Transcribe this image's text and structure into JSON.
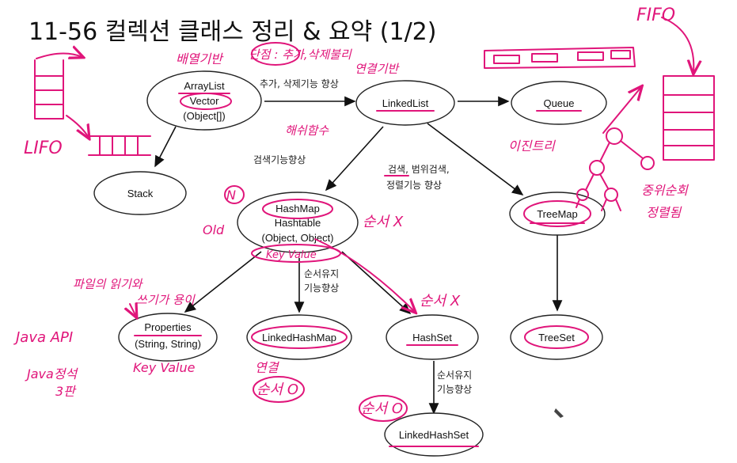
{
  "title": "11-56 컬렉션 클래스 정리 & 요약 (1/2)",
  "nodes": {
    "arraylist": [
      "ArrayList",
      "Vector",
      "(Object[])"
    ],
    "stack": "Stack",
    "linkedlist": "LinkedList",
    "queue": "Queue",
    "hashmap": [
      "HashMap",
      "Hashtable",
      "(Object, Object)"
    ],
    "treemap": "TreeMap",
    "properties": [
      "Properties",
      "(String, String)"
    ],
    "linkedhashmap": "LinkedHashMap",
    "hashset": "HashSet",
    "treeset": "TreeSet",
    "linkedhashset": "LinkedHashSet"
  },
  "edge_labels": {
    "arraylist_to_linkedlist": "추가, 삭제기능 향상",
    "to_hashmap": "검색기능향상",
    "to_treemap": [
      "검색, 범위검색,",
      "정렬기능 향상"
    ],
    "hashmap_to_linkedhashmap": [
      "순서유지",
      "기능향상"
    ],
    "hashset_to_linkedhashset": [
      "순서유지",
      "기능향상"
    ]
  },
  "annotations": {
    "fifo": "FIFO",
    "lifo": "LIFO",
    "array_based": "배열기반",
    "cons": "단점 : 추가,삭제불리",
    "linked_based": "연결기반",
    "hash_func": "해쉬함수",
    "binary_tree": "이진트리",
    "inorder": "중위순회",
    "sorted": "정렬됨",
    "no_order_1": "순서 X",
    "no_order_2": "순서 X",
    "old": "Old",
    "new_mark": "N",
    "key_value_1": "Key Value",
    "file_rw": "파일의 읽기와",
    "file_rw2": "쓰기가 용이",
    "java_api": "Java API",
    "java_book": "Java정석",
    "edition": "3판",
    "key_value_2": "Key Value",
    "linked": "연결",
    "order_o_1": "순서 O",
    "order_o_2": "순서 O"
  }
}
